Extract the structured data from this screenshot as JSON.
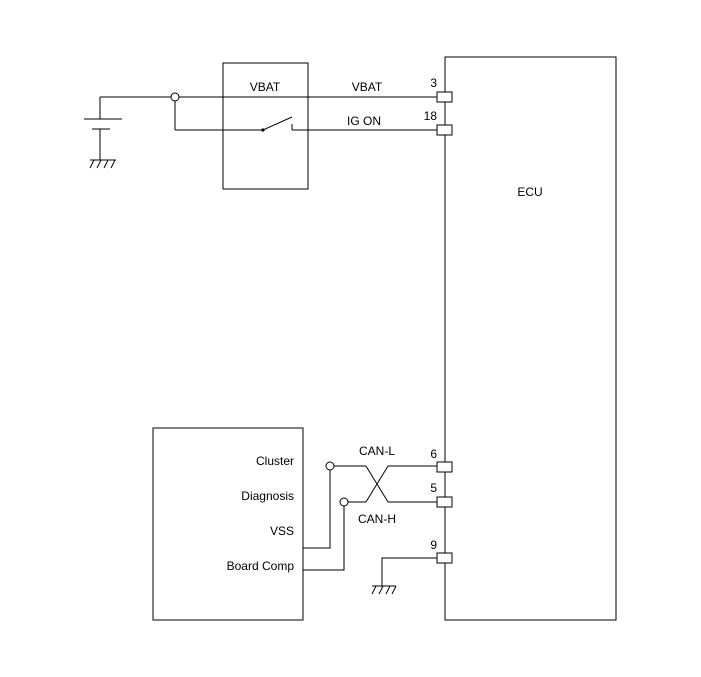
{
  "relay": {
    "label": "VBAT"
  },
  "ecu": {
    "label": "ECU",
    "pins": [
      {
        "number": "3",
        "signal": "VBAT"
      },
      {
        "number": "18",
        "signal": "IG ON"
      },
      {
        "number": "6",
        "signal": "CAN-L"
      },
      {
        "number": "5",
        "signal": "CAN-H"
      },
      {
        "number": "9",
        "signal": ""
      }
    ]
  },
  "cluster_module": {
    "labels": [
      "Cluster",
      "Diagnosis",
      "VSS",
      "Board Comp"
    ]
  }
}
